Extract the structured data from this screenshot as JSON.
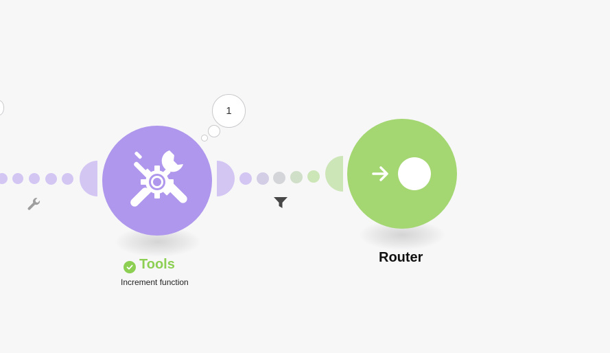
{
  "colors": {
    "tools_module": "#ae97ec",
    "tools_handle": "#d3c6f3",
    "router_module": "#a4d672",
    "router_handle": "#cde6b8",
    "success_green": "#8ccf52",
    "icon_gray": "#9e9e9e",
    "filter_icon": "#474747"
  },
  "modules": [
    {
      "id": "tools",
      "name": "Tools",
      "subtitle": "Increment function",
      "icon": "tools-icon",
      "status": "success",
      "bubble_count": "1"
    },
    {
      "id": "router",
      "name": "Router",
      "icon": "router-icon"
    }
  ],
  "connections": [
    {
      "from": "previous",
      "to": "tools",
      "setting_icon": "wrench-icon"
    },
    {
      "from": "tools",
      "to": "router",
      "filter_icon": "filter-icon"
    }
  ]
}
